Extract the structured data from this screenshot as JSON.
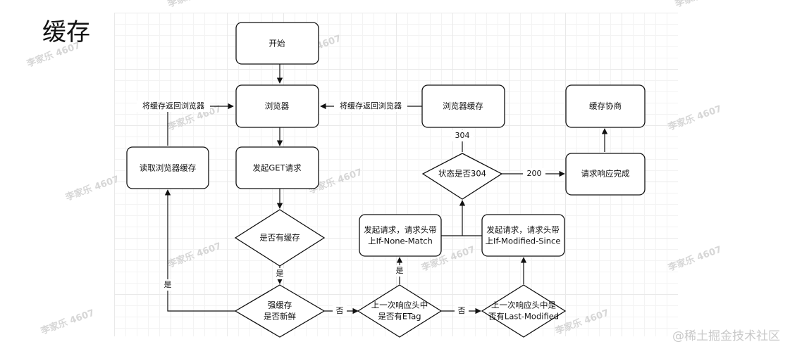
{
  "title": "缓存",
  "nodes": {
    "start": "开始",
    "browser": "浏览器",
    "send_get": "发起GET请求",
    "has_cache": "是否有缓存",
    "strong_cache_l1": "强缓存",
    "strong_cache_l2": "是否新鲜",
    "read_cache": "读取浏览器缓存",
    "etag_l1": "上一次响应头中",
    "etag_l2": "是否有ETag",
    "lm_l1": "上一次响应头中是",
    "lm_l2": "否有Last-Modified",
    "req_inm_l1": "发起请求，请求头带",
    "req_inm_l2": "上If-None-Match",
    "req_ims_l1": "发起请求，请求头带",
    "req_ims_l2": "上If-Modified-Since",
    "status_304": "状态是否304",
    "browser_cache": "浏览器缓存",
    "cache_negotiation": "缓存协商",
    "request_complete": "请求响应完成"
  },
  "edges": {
    "return_left": "将缓存返回浏览器",
    "return_right": "将缓存返回浏览器",
    "yes_has_cache": "是",
    "yes_fresh": "是",
    "no_fresh": "否",
    "no_etag": "否",
    "yes_etag": "是",
    "code_304": "304",
    "code_200": "200"
  },
  "watermark": "李家乐 4607",
  "credit": "@稀土掘金技术社区"
}
